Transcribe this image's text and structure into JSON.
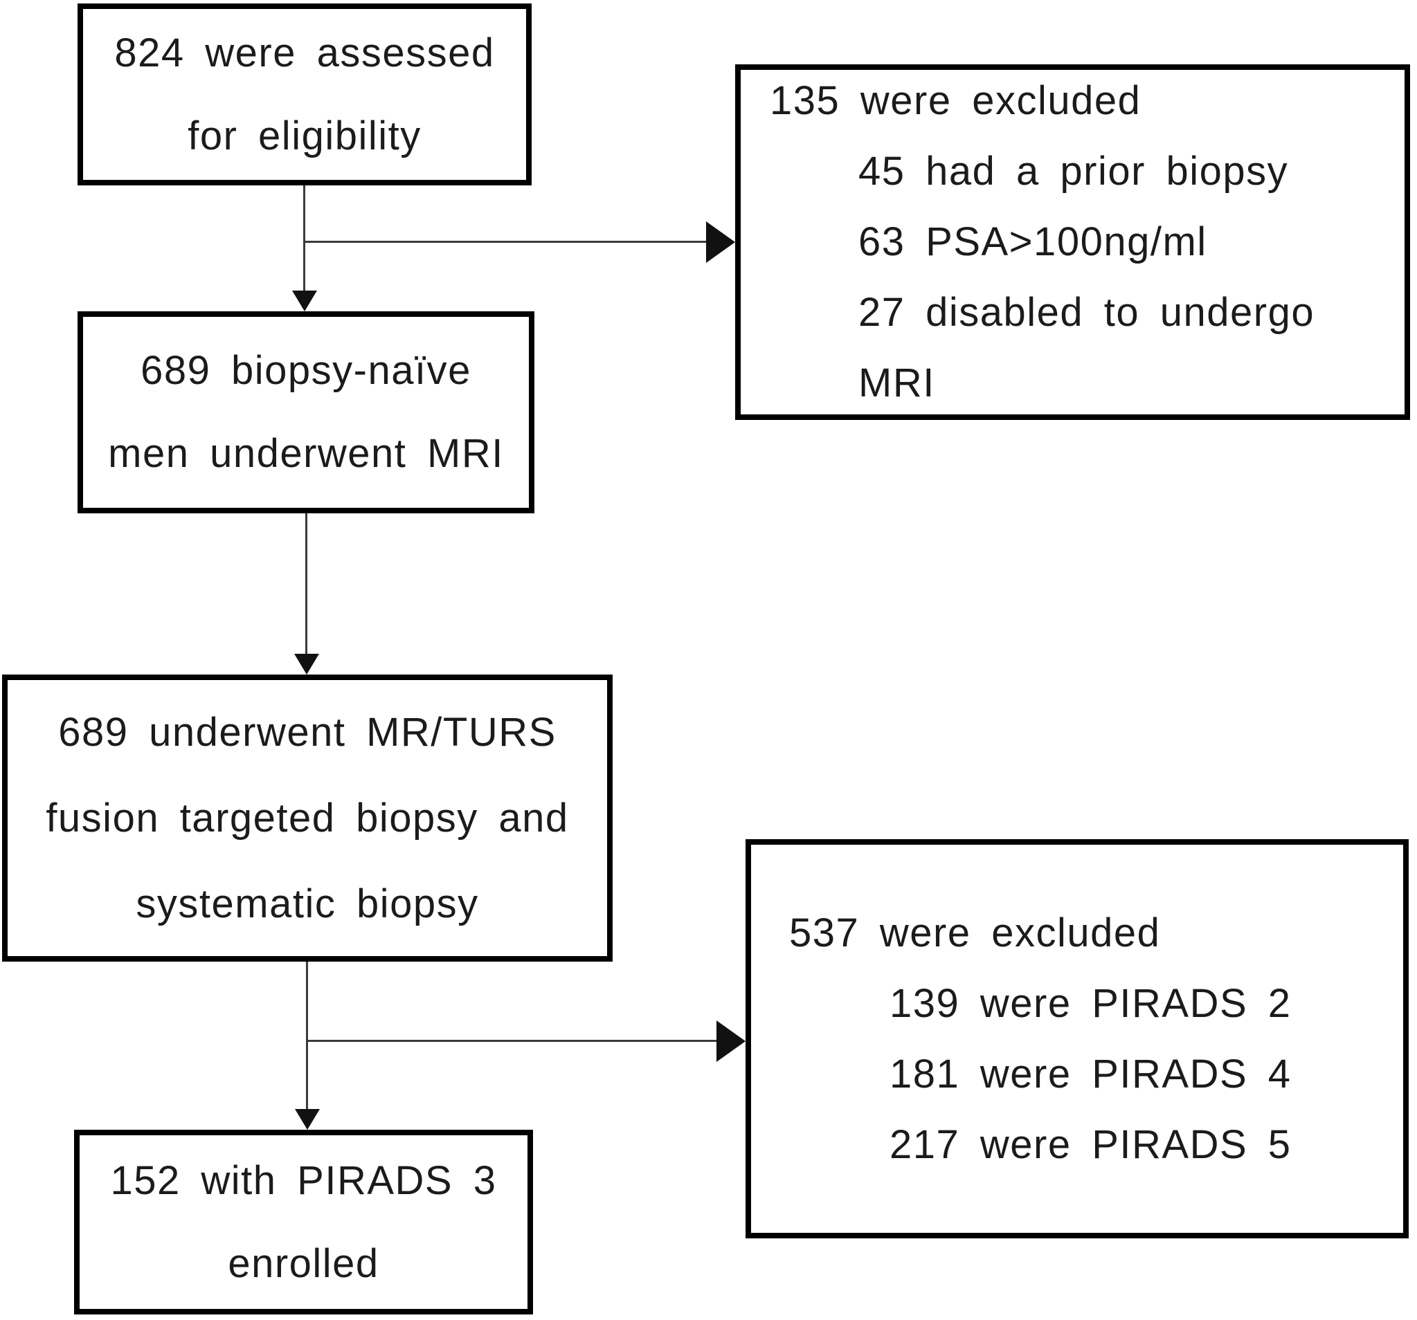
{
  "flow": {
    "assessed": {
      "line1": "824 were assessed",
      "line2": "for eligibility"
    },
    "excluded_first": {
      "title": "135 were excluded",
      "items": [
        "45 had a prior biopsy",
        "63 PSA>100ng/ml",
        "27 disabled to undergo MRI"
      ]
    },
    "underwent_mri": {
      "line1": "689 biopsy-naïve",
      "line2": "men underwent MRI"
    },
    "fusion_biopsy": {
      "line1": "689 underwent MR/TURS",
      "line2": "fusion targeted biopsy and",
      "line3": "systematic biopsy"
    },
    "excluded_second": {
      "title": "537 were excluded",
      "items": [
        "139 were PIRADS 2",
        "181 were PIRADS 4",
        "217 were PIRADS 5"
      ]
    },
    "enrolled": {
      "line1": "152 with PIRADS 3",
      "line2": "enrolled"
    }
  },
  "colors": {
    "background": "#ffffff",
    "box_border": "#000000",
    "text": "#1b1b1b",
    "connector_line": "#3a3a3a",
    "arrowhead": "#111111"
  }
}
